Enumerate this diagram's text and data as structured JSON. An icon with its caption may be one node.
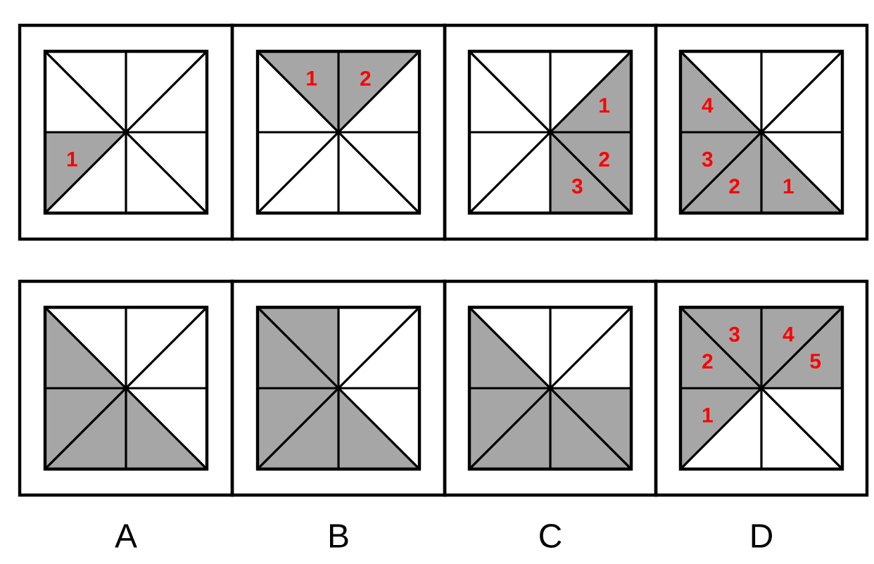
{
  "diagram": {
    "nodes": [
      {
        "text": [
          "1"
        ]
      },
      {
        "text": [
          "1",
          "2"
        ]
      },
      {
        "text": [
          "1",
          "2",
          "3"
        ]
      },
      {
        "text": [
          "4",
          "3",
          "2",
          "1"
        ]
      },
      {
        "text": [],
        "shape": "box",
        "beside": [
          "A"
        ]
      },
      {
        "text": [],
        "shape": "box",
        "beside": [
          "B"
        ]
      },
      {
        "text": [],
        "shape": "box",
        "beside": [
          "C"
        ]
      },
      {
        "text": [
          "3",
          "4",
          "2",
          "5",
          "1"
        ],
        "beside": [
          "D"
        ]
      }
    ]
  }
}
